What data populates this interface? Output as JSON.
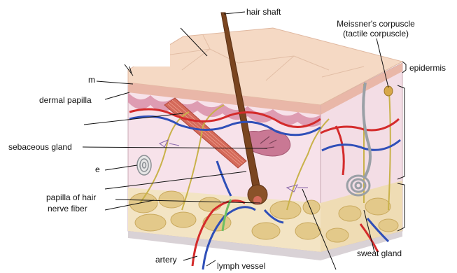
{
  "labels": {
    "hair_shaft": "hair shaft",
    "meissner_line1": "Meissner's corpuscle",
    "meissner_line2": "(tactile corpuscle)",
    "epidermis": "epidermis",
    "m_partial": "m",
    "dermal_papilla": "dermal papilla",
    "sebaceous_gland": "sebaceous gland",
    "e_partial": "e",
    "papilla_of_hair": "papilla of hair",
    "nerve_fiber": "nerve fiber",
    "artery": "artery",
    "lymph_vessel": "lymph vessel",
    "sweat_gland": "sweat gland"
  },
  "colors": {
    "epidermis_surface": "#f5d9c4",
    "epidermis_edge": "#e8b9a3",
    "dermis": "#f7e2ea",
    "dermal_band": "#d98fa8",
    "hypodermis_fat": "#e3c98a",
    "hair": "#7a4520",
    "muscle": "#d46a5a",
    "artery": "#d42b2b",
    "vein": "#2f4fb8",
    "nerve": "#c9b24a",
    "sweat_gland": "#9aa0a6",
    "leader_line": "#111111"
  }
}
